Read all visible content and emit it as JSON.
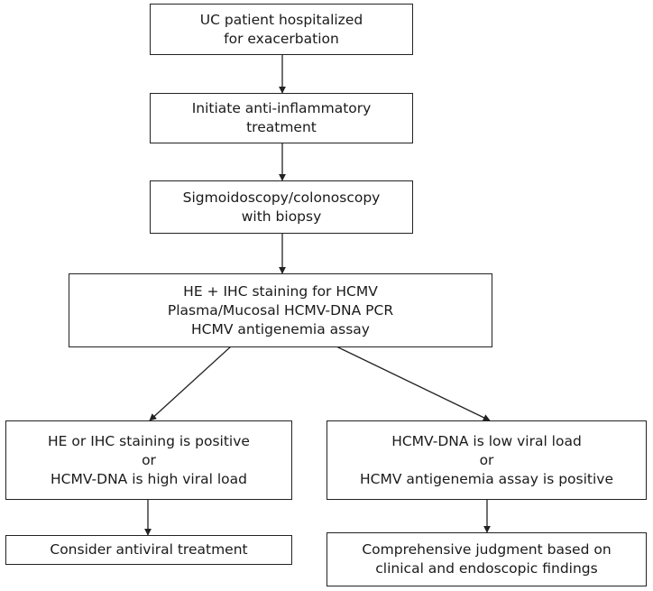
{
  "diagram": {
    "nodes": [
      {
        "id": "n1",
        "lines": [
          "UC patient hospitalized",
          "for exacerbation"
        ]
      },
      {
        "id": "n2",
        "lines": [
          "Initiate anti-inflammatory",
          "treatment"
        ]
      },
      {
        "id": "n3",
        "lines": [
          "Sigmoidoscopy/colonoscopy",
          "with biopsy"
        ]
      },
      {
        "id": "n4",
        "lines": [
          "HE + IHC staining  for HCMV",
          "Plasma/Mucosal HCMV-DNA PCR",
          "HCMV antigenemia assay"
        ]
      },
      {
        "id": "n5",
        "lines": [
          "HE or IHC staining is positive",
          "or",
          "HCMV-DNA is high viral load"
        ]
      },
      {
        "id": "n6",
        "lines": [
          "HCMV-DNA is low viral load",
          "or",
          "HCMV antigenemia assay is positive"
        ]
      },
      {
        "id": "n7",
        "lines": [
          "Consider antiviral treatment"
        ]
      },
      {
        "id": "n8",
        "lines": [
          "Comprehensive judgment based on",
          "clinical and endoscopic findings"
        ]
      }
    ],
    "edges": [
      {
        "from": "n1",
        "to": "n2"
      },
      {
        "from": "n2",
        "to": "n3"
      },
      {
        "from": "n3",
        "to": "n4"
      },
      {
        "from": "n4",
        "to": "n5"
      },
      {
        "from": "n4",
        "to": "n6"
      },
      {
        "from": "n5",
        "to": "n7"
      },
      {
        "from": "n6",
        "to": "n8"
      }
    ]
  }
}
